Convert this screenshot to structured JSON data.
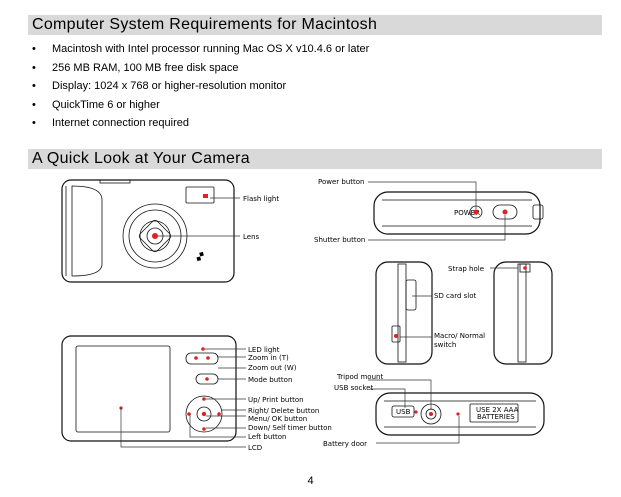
{
  "section1": {
    "title": "Computer System Requirements for Macintosh",
    "items": [
      "Macintosh with Intel processor running Mac OS X v10.4.6 or later",
      "256 MB RAM, 100 MB free disk space",
      "Display: 1024 x 768 or higher-resolution monitor",
      "QuickTime 6 or higher",
      "Internet connection required"
    ],
    "bullet": "•"
  },
  "section2": {
    "title": "A Quick Look at Your Camera",
    "labels": {
      "flash_light": "Flash light",
      "lens": "Lens",
      "power_button": "Power button",
      "shutter_button": "Shutter button",
      "strap_hole": "Strap hole",
      "sd_card_slot": "SD card slot",
      "macro_normal_1": "Macro/ Normal",
      "macro_normal_2": "switch",
      "led_light": "LED light",
      "zoom_in": "Zoom in (T)",
      "zoom_out": "Zoom out (W)",
      "mode_button": "Mode button",
      "up_print": "Up/ Print button",
      "right_delete": "Right/ Delete button",
      "menu_ok": "Menu/ OK button",
      "down_self_timer": "Down/ Self timer button",
      "left_button": "Left button",
      "lcd": "LCD",
      "tripod_mount": "Tripod mount",
      "usb_socket": "USB socket",
      "battery_door": "Battery door"
    },
    "engravings": {
      "power": "POWER",
      "usb": "USB",
      "battery_1": "USE 2X AAA",
      "battery_2": "BATTERIES"
    }
  },
  "page_number": "4"
}
